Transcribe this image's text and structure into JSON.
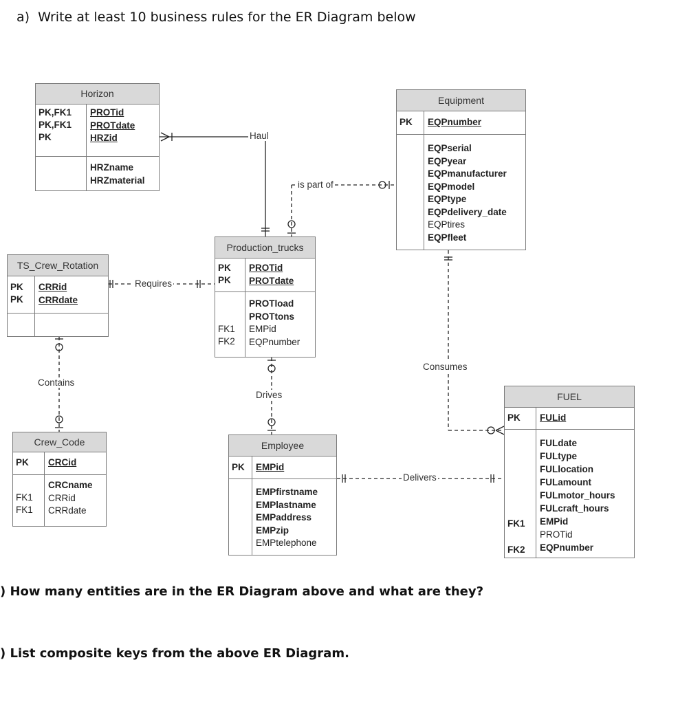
{
  "questions": {
    "a_label": "a)",
    "a_text": "Write at least 10 business rules for the ER Diagram below",
    "b_text": ") How many entities are in the ER Diagram above and what are they?",
    "c_text": ") List composite keys from the above ER Diagram."
  },
  "entities": {
    "horizon": {
      "name": "Horizon",
      "keys": [
        "PK,FK1",
        "PK,FK1",
        "PK"
      ],
      "key_attrs": [
        "PROTid",
        "PROTdate",
        "HRZid"
      ],
      "attrs": [
        "HRZname",
        "HRZmaterial"
      ]
    },
    "equipment": {
      "name": "Equipment",
      "key": "PK",
      "key_attr": "EQPnumber",
      "attrs": [
        "EQPserial",
        "EQPyear",
        "EQPmanufacturer",
        "EQPmodel",
        "EQPtype",
        "EQPdelivery_date",
        "EQPtires",
        "EQPfleet"
      ]
    },
    "production_trucks": {
      "name": "Production_trucks",
      "keys": [
        "PK",
        "PK"
      ],
      "key_attrs": [
        "PROTid",
        "PROTdate"
      ],
      "fks": [
        "FK1",
        "FK2"
      ],
      "attrs": [
        "PROTload",
        "PROTtons",
        "EMPid",
        "EQPnumber"
      ]
    },
    "ts_crew_rotation": {
      "name": "TS_Crew_Rotation",
      "keys": [
        "PK",
        "PK"
      ],
      "key_attrs": [
        "CRRid",
        "CRRdate"
      ]
    },
    "crew_code": {
      "name": "Crew_Code",
      "key": "PK",
      "key_attr": "CRCid",
      "fks": [
        "FK1",
        "FK1"
      ],
      "attrs": [
        "CRCname",
        "CRRid",
        "CRRdate"
      ]
    },
    "employee": {
      "name": "Employee",
      "key": "PK",
      "key_attr": "EMPid",
      "attrs": [
        "EMPfirstname",
        "EMPlastname",
        "EMPaddress",
        "EMPzip",
        "EMPtelephone"
      ]
    },
    "fuel": {
      "name": "FUEL",
      "key": "PK",
      "key_attr": "FULid",
      "fks": [
        "FK1",
        "FK2"
      ],
      "attrs": [
        "FULdate",
        "FULtype",
        "FULlocation",
        "FULamount",
        "FULmotor_hours",
        "FULcraft_hours",
        "EMPid",
        "PROTid",
        "EQPnumber"
      ]
    }
  },
  "relationships": {
    "haul": "Haul",
    "is_part_of": "is part of",
    "requires": "Requires",
    "contains": "Contains",
    "drives": "Drives",
    "consumes": "Consumes",
    "delivers": "Delivers"
  }
}
